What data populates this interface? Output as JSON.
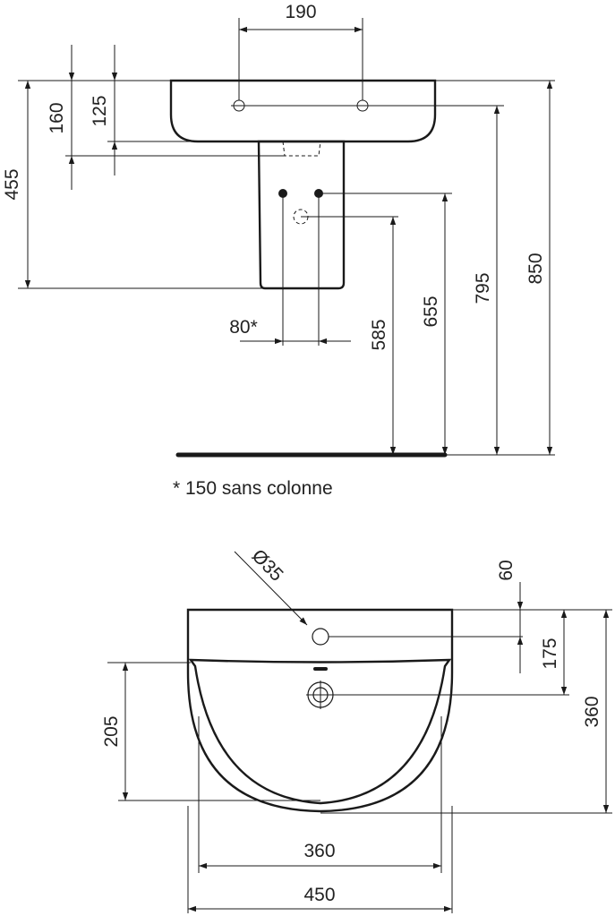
{
  "side_view": {
    "dims": {
      "tap_spacing": "190",
      "height_160": "160",
      "height_125": "125",
      "height_455": "455",
      "height_850": "850",
      "height_795": "795",
      "height_655": "655",
      "height_585": "585",
      "width_80": "80*"
    },
    "note": "* 150 sans colonne"
  },
  "top_view": {
    "dims": {
      "tap_hole_diameter": "Ø35",
      "offset_60": "60",
      "depth_175": "175",
      "depth_360": "360",
      "depth_205": "205",
      "bowl_width": "360",
      "overall_width": "450"
    }
  }
}
